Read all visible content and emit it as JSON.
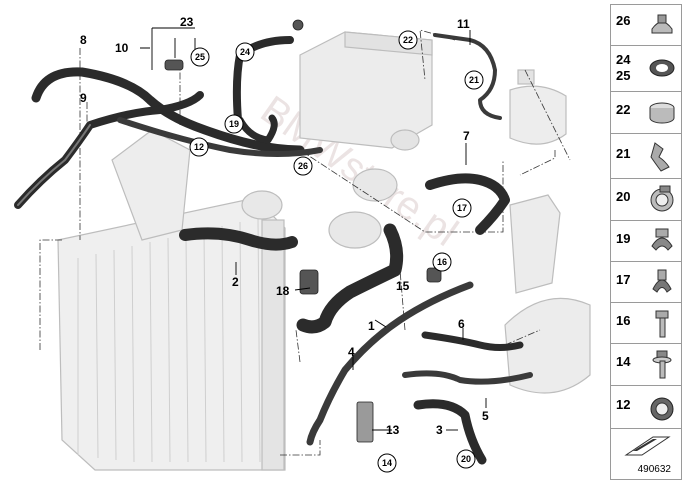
{
  "callouts": {
    "c1": "1",
    "c2": "2",
    "c3": "3",
    "c4": "4",
    "c5": "5",
    "c6": "6",
    "c7": "7",
    "c8": "8",
    "c9": "9",
    "c10": "10",
    "c11": "11",
    "c12": "12",
    "c13": "13",
    "c14": "14",
    "c15": "15",
    "c16": "16",
    "c17": "17",
    "c18": "18",
    "c19": "19",
    "c20": "20",
    "c21": "21",
    "c22": "22",
    "c23": "23",
    "c24": "24",
    "c25": "25",
    "c26": "26"
  },
  "legend": [
    {
      "label": "26",
      "icon": "band-clamp-icon"
    },
    {
      "label": "24\n25",
      "icon": "seal-ring-icon"
    },
    {
      "label": "22",
      "icon": "hose-clamp-icon"
    },
    {
      "label": "21",
      "icon": "cable-holder-icon"
    },
    {
      "label": "20",
      "icon": "spring-clamp-icon"
    },
    {
      "label": "19",
      "icon": "retaining-clip-icon"
    },
    {
      "label": "17",
      "icon": "holder-clip-icon"
    },
    {
      "label": "16",
      "icon": "bolt-icon"
    },
    {
      "label": "14",
      "icon": "collar-bolt-icon"
    },
    {
      "label": "12",
      "icon": "hose-clip-icon"
    }
  ],
  "diagram_number": "490632",
  "watermark": "BMWstore.pl"
}
